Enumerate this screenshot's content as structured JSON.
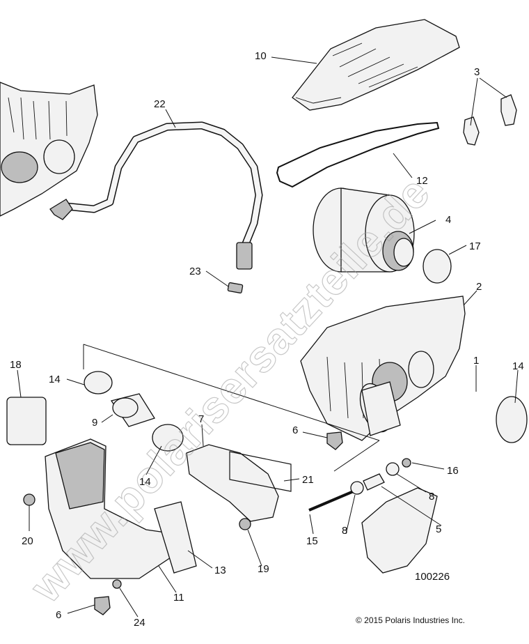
{
  "watermark": "www.polarisersatzteile.de",
  "figure_number": "100226",
  "copyright": "© 2015 Polaris Industries Inc.",
  "callouts": {
    "c10": "10",
    "c3": "3",
    "c22": "22",
    "c12": "12",
    "c4": "4",
    "c17": "17",
    "c23": "23",
    "c2": "2",
    "c18": "18",
    "c14a": "14",
    "c1": "1",
    "c14b": "14",
    "c9": "9",
    "c7": "7",
    "c6a": "6",
    "c16": "16",
    "c14c": "14",
    "c21": "21",
    "c8a": "8",
    "c5": "5",
    "c20": "20",
    "c15": "15",
    "c8b": "8",
    "c13": "13",
    "c19": "19",
    "c11": "11",
    "c6b": "6",
    "c24": "24"
  }
}
